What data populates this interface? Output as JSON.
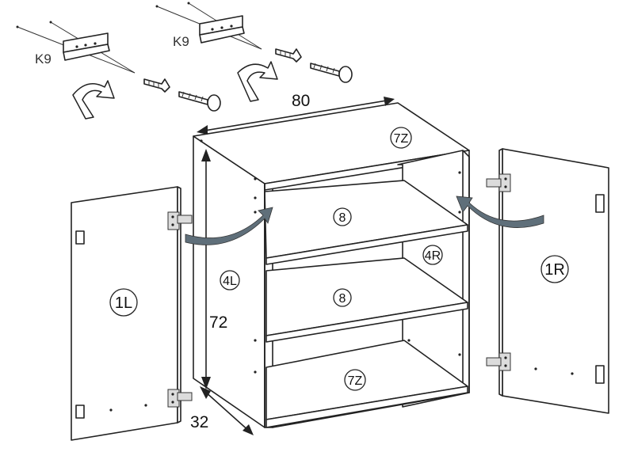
{
  "dimensions": {
    "width": "80",
    "height": "72",
    "depth": "32"
  },
  "parts": {
    "top": "7Z",
    "shelf_upper": "8",
    "shelf_lower": "8",
    "bottom": "7Z",
    "side_left": "4L",
    "side_right": "4R",
    "door_left": "1L",
    "door_right": "1R"
  },
  "hardware": {
    "bracket_left": "K9",
    "bracket_right": "K9"
  }
}
